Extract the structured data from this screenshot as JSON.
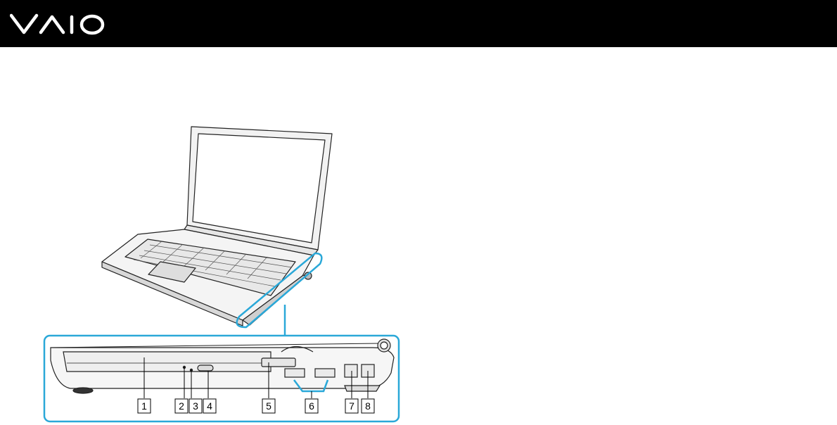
{
  "header": {
    "logo_text": "VAIO",
    "background_color": "#000000",
    "logo_color": "#ffffff"
  },
  "figure": {
    "callouts": [
      {
        "label": "1"
      },
      {
        "label": "2"
      },
      {
        "label": "3"
      },
      {
        "label": "4"
      },
      {
        "label": "5"
      },
      {
        "label": "6"
      },
      {
        "label": "7"
      },
      {
        "label": "8"
      }
    ],
    "highlight_color": "#2aa8d8"
  }
}
